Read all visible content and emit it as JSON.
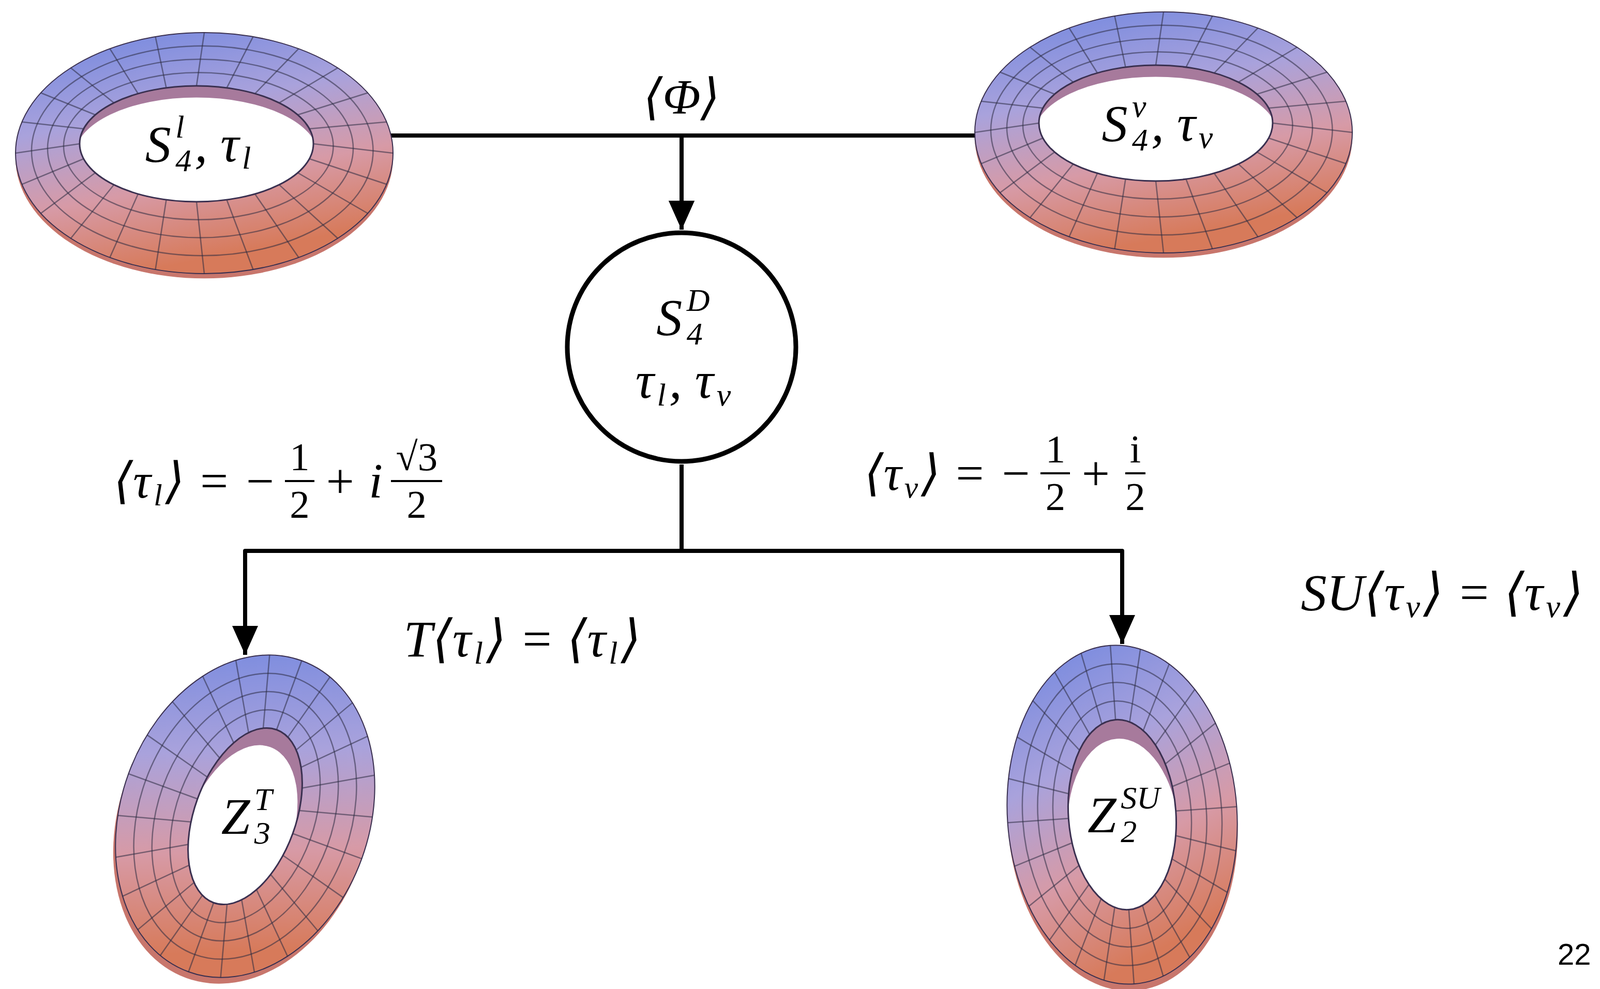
{
  "diagram": {
    "nodes": [
      {
        "text": [
          "S",
          "l",
          "4",
          ", τ",
          "l"
        ]
      },
      {
        "text": [
          "S",
          "ν",
          "4",
          ", τ",
          "ν"
        ]
      },
      {
        "text": [
          "S",
          "D",
          "4",
          "τ",
          "l",
          ", τ",
          "ν"
        ]
      },
      {
        "text": [
          "Z",
          "T",
          "3"
        ]
      },
      {
        "text": [
          "Z",
          "SU",
          "2"
        ]
      }
    ],
    "edges": [
      {
        "from": 0,
        "to": 2,
        "label": "⟨Φ⟩",
        "arrow": "to"
      },
      {
        "from": 1,
        "to": 2,
        "arrow": "to"
      },
      {
        "from": 2,
        "to": 3,
        "arrow": "to"
      },
      {
        "from": 2,
        "to": 4,
        "arrow": "to"
      }
    ],
    "labels": [
      "⟨τ",
      "l",
      "⟩ = −",
      "1",
      "2",
      "+ i",
      "√3",
      "2",
      "⟨τ",
      "ν",
      "⟩ = −",
      "1",
      "2",
      "+",
      "i",
      "2",
      "T⟨τ",
      "l",
      "⟩ = ⟨τ",
      "l",
      "⟩",
      "SU⟨τ",
      "ν",
      "⟩ = ⟨τ",
      "ν",
      "⟩",
      "22"
    ]
  }
}
